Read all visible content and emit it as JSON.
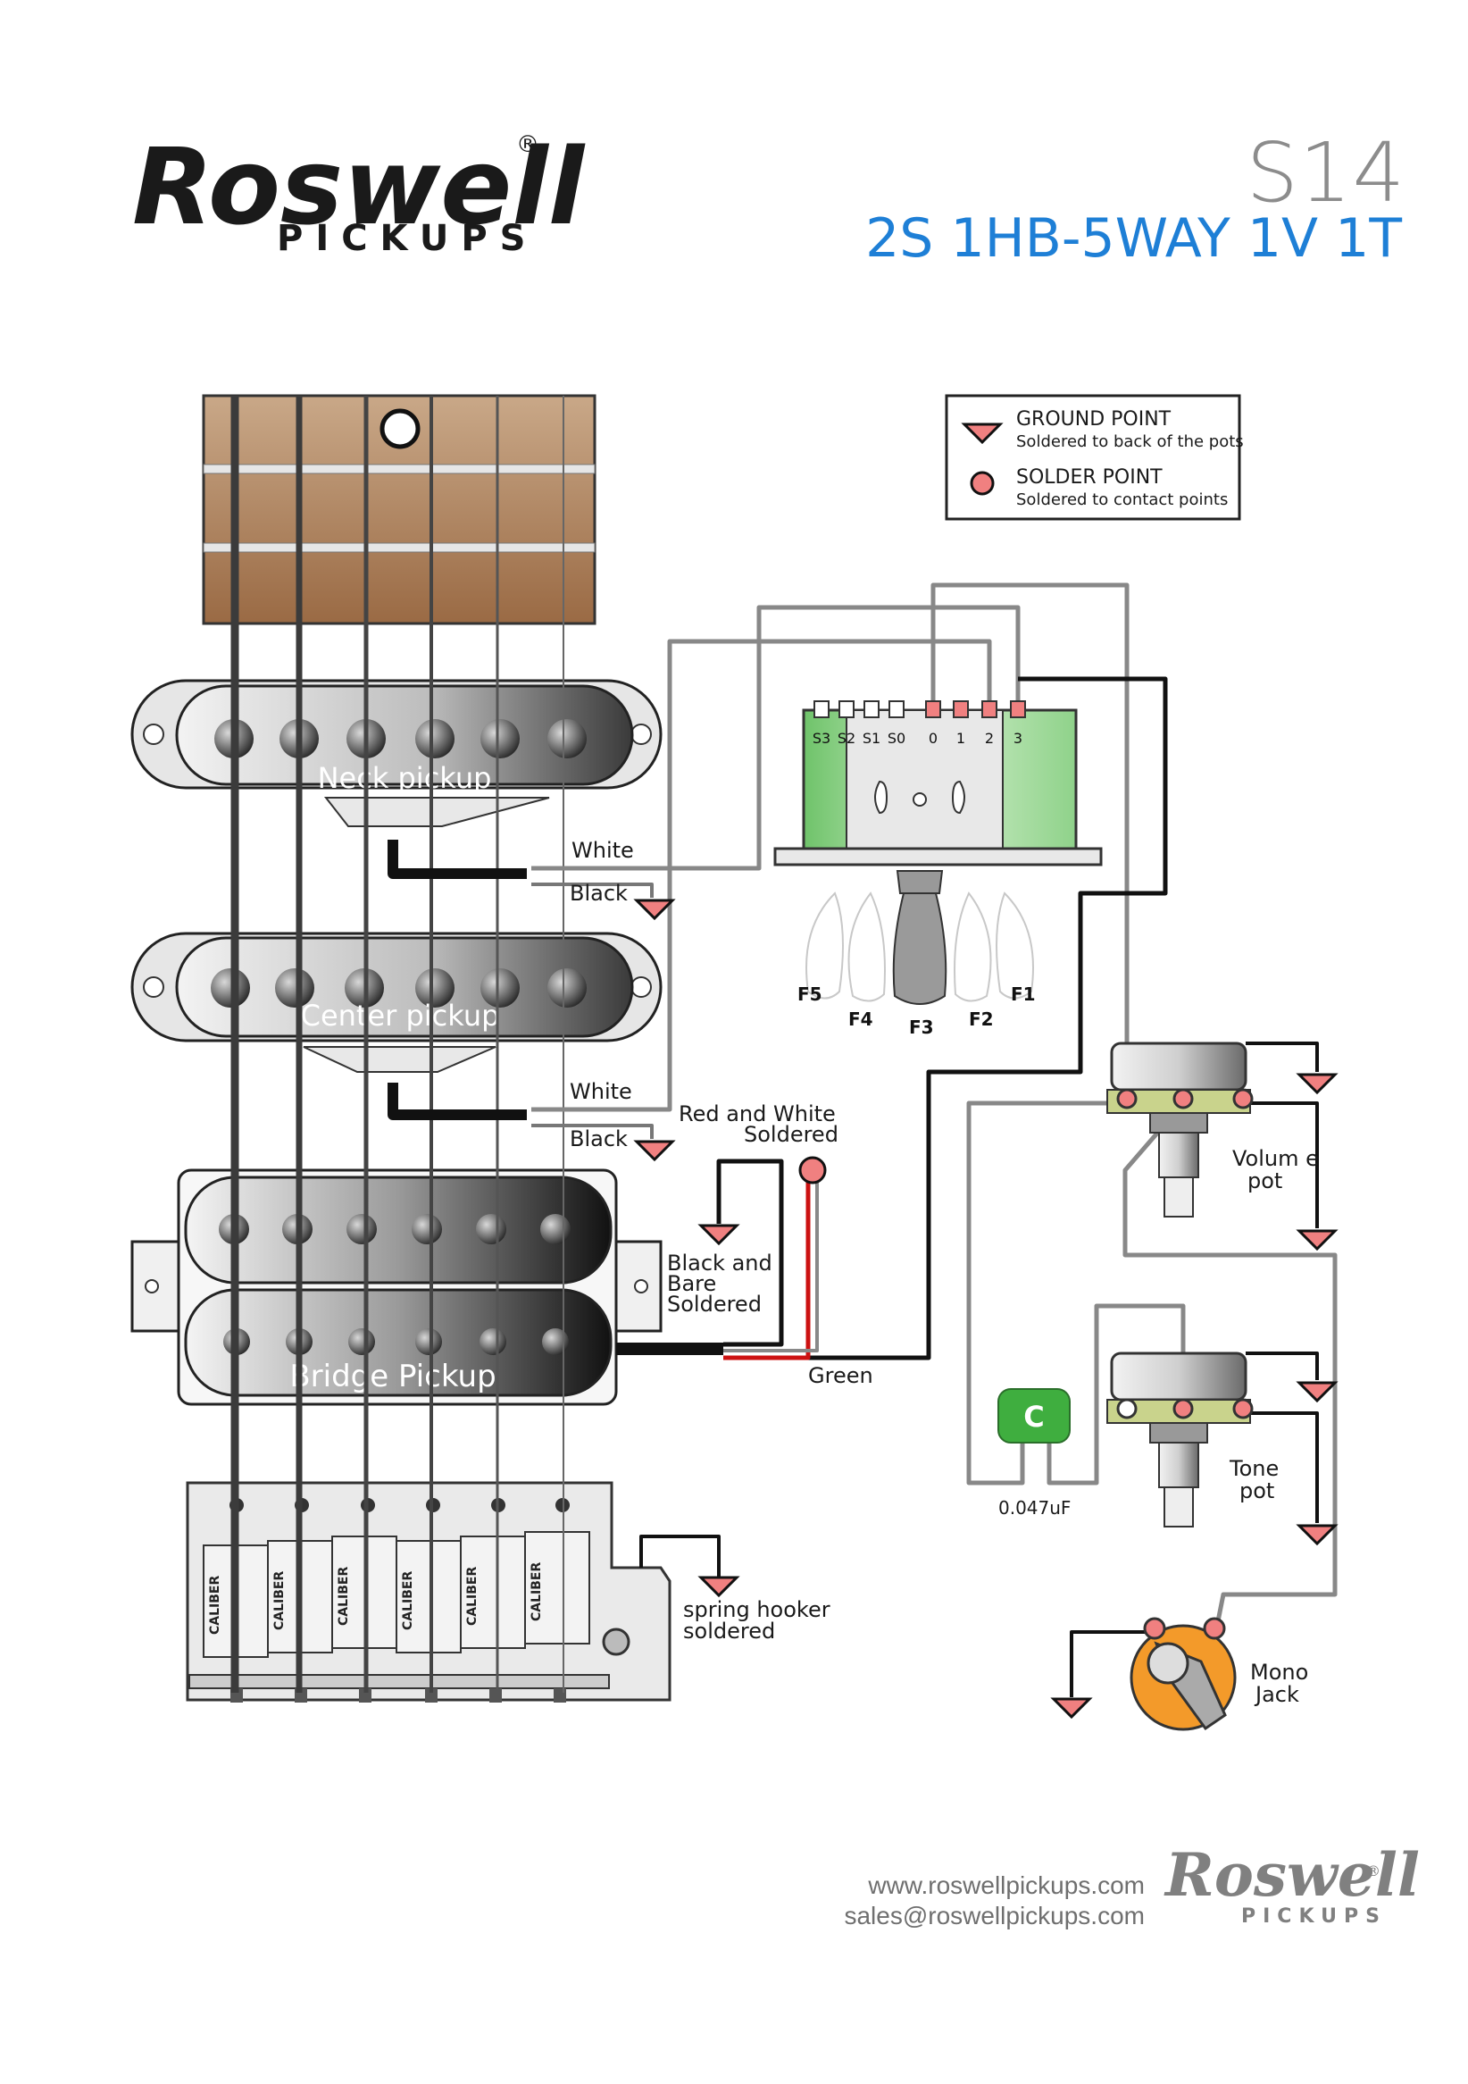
{
  "brand": {
    "name": "Roswell",
    "sub": "PICKUPS",
    "reg": "®"
  },
  "header": {
    "code": "S14",
    "subtitle": "2S 1HB-5WAY 1V 1T"
  },
  "legend": {
    "ground_title": "GROUND POINT",
    "ground_sub": "Soldered to back of  the pots",
    "solder_title": "SOLDER POINT",
    "solder_sub": "Soldered to contact points"
  },
  "pickups": {
    "neck": "Neck pickup",
    "center": "Center pickup",
    "bridge": "Bridge Pickup"
  },
  "wires": {
    "neck_white": "White",
    "neck_black": "Black",
    "center_white": "White",
    "center_black": "Black",
    "red_white_1": "Red and White",
    "red_white_2": "Soldered",
    "black_bare_1": "Black and",
    "black_bare_2": "Bare",
    "black_bare_3": "Soldered",
    "green": "Green"
  },
  "switch": {
    "lugs": [
      "S3",
      "S2",
      "S1",
      "S0",
      "0",
      "1",
      "2",
      "3"
    ],
    "positions": [
      "F5",
      "F4",
      "F3",
      "F2",
      "F1"
    ]
  },
  "components": {
    "volume_1": "Volum e",
    "volume_2": "pot",
    "tone_1": "Tone",
    "tone_2": "pot",
    "cap_letter": "C",
    "cap_value": "0.047uF",
    "jack_1": "Mono",
    "jack_2": "Jack",
    "spring_1": "spring hooker",
    "spring_2": "soldered",
    "saddle_label": "CALIBER"
  },
  "footer": {
    "web": "www.roswellpickups.com",
    "email": "sales@roswellpickups.com"
  },
  "colors": {
    "accent_blue": "#1e7fd6",
    "ground_pink": "#f08080",
    "cap_green": "#3fae3f",
    "switch_green": "#9fd89a",
    "jack_orange": "#f39a2a",
    "wood": "#a8805c"
  }
}
